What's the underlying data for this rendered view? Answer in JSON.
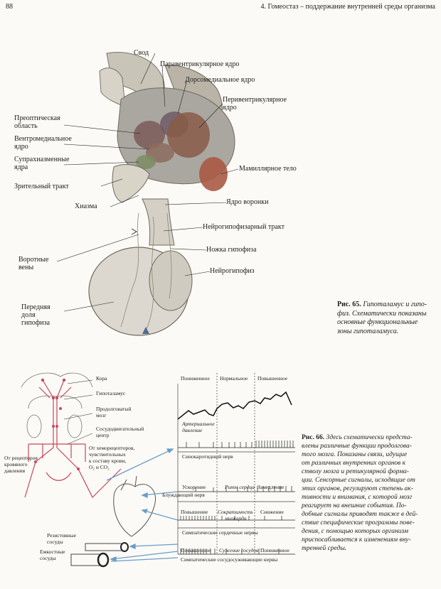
{
  "header": {
    "page_number": "88",
    "title": "4. Гомеостаз – поддержание внутренней среды организма"
  },
  "fig65": {
    "labels": {
      "svod": "Свод",
      "paraventricular": "Паравентрикулярное ядро",
      "dorsomedial": "Дорсомедиальное ядро",
      "periventricular_1": "Перивентрикулярное",
      "periventricular_2": "ядро",
      "preoptic_1": "Преоптическая",
      "preoptic_2": "область",
      "ventromedial_1": "Вентромедиальное",
      "ventromedial_2": "ядро",
      "suprachiasmatic_1": "Супрахиазменные",
      "suprachiasmatic_2": "ядра",
      "mammillary": "Мамиллярное тело",
      "optic_tract": "Зрительный тракт",
      "chiasm": "Хиазма",
      "infundibular_nucleus": "Ядро воронки",
      "neurohypophyseal_tract": "Нейрогипофизарный тракт",
      "portal_veins_1": "Воротные",
      "portal_veins_2": "вены",
      "pituitary_stalk": "Ножка гипофиза",
      "neurohypophysis": "Нейрогипофиз",
      "anterior_lobe_1": "Передняя",
      "anterior_lobe_2": "доля",
      "anterior_lobe_3": "гипофиза"
    },
    "caption": {
      "number": "Рис. 65.",
      "line1": "Гипоталамус и гипо-",
      "line2": "физ. Схематически показаны",
      "line3": "основные функциональные",
      "line4": "зоны гипоталамуса."
    }
  },
  "fig66": {
    "labels": {
      "cortex": "Кора",
      "hypothalamus": "Гипоталамус",
      "medulla_1": "Продолговатый",
      "medulla_2": "мозг",
      "vasomotor_1": "Сосудодвигательный",
      "vasomotor_2": "центр",
      "chemoreceptors_1": "От хеморецепторов,",
      "chemoreceptors_2": "чувствительных",
      "chemoreceptors_3": "к составу крови,",
      "chemoreceptors_4": "O₂ и CO₂",
      "pressure_receptors_1": "От рецепторов",
      "pressure_receptors_2": "кровяного",
      "pressure_receptors_3": "давления",
      "resistive_1": "Резистивные",
      "resistive_2": "сосуды",
      "capacitive_1": "Емкостные",
      "capacitive_2": "сосуды",
      "col_low": "Пониженное",
      "col_normal": "Нормальное",
      "col_high": "Повышенное",
      "arterial_1": "Артериальное",
      "arterial_2": "давление",
      "sinocarotid": "Синокаротидный нерв",
      "acceleration": "Ускорение",
      "heart_rhythm": "Ритм сердца",
      "slowing": "Замедление",
      "vagus": "Блуждающий нерв",
      "increase": "Повышение",
      "contractility_1": "Сократимость",
      "contractility_2": "миокарда",
      "decrease": "Снижение",
      "sympathetic_cardiac": "Симпатические сердечные нервы",
      "raised": "Повышенное",
      "vessel_narrowing": "Сужение сосудов",
      "lowered": "Пониженное",
      "sympathetic_vasoconstrictor": "Симпатические сосудосуживающие нервы"
    },
    "caption": {
      "number": "Рис. 66.",
      "lines": [
        "Здесь схематически предста-",
        "влены различные функции продолговa-",
        "того мозга. Показаны связи, идущие",
        "от различных внутренних органов к",
        "стволу мозга и ретикулярной форма-",
        "ции. Сенсорные сигналы, исходящие от",
        "этих органов, регулируют степень ак-",
        "тивности и внимания, с которой мозг",
        "реагирует на внешние события. По-",
        "добные сигналы приводят также в дей-",
        "ствие специфические программы пове-",
        "дения, с помощью которых организм",
        "приспосабливается к изменениям вну-",
        "тренней среды."
      ]
    }
  },
  "colors": {
    "paper": "#fbfaf6",
    "ink": "#222222",
    "pathway_red": "#c8485a",
    "arrow_blue": "#6a9cc8",
    "tissue_brown": "#8a5a48",
    "tissue_gray": "#a9a7a0"
  }
}
